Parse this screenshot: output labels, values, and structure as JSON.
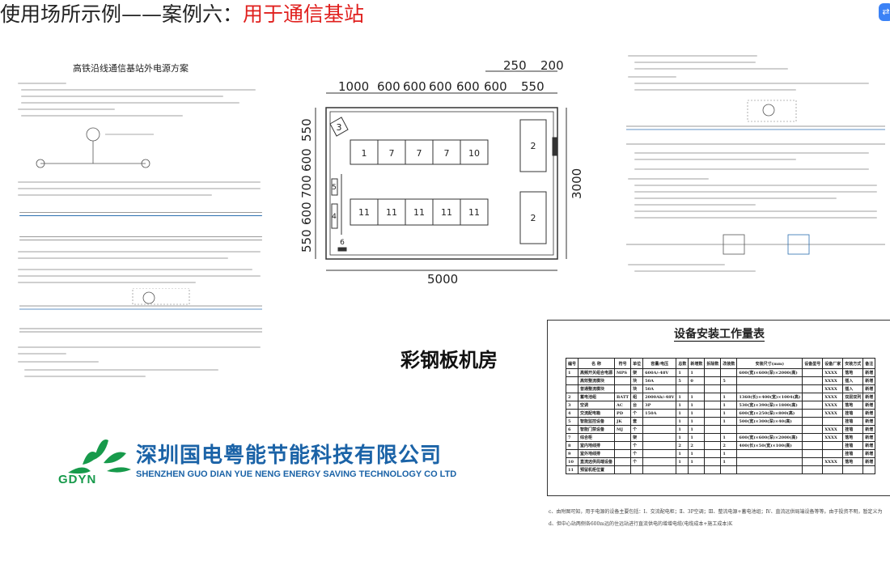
{
  "slide": {
    "title_prefix": "使用场所示例——案例六：",
    "title_highlight": "用于通信基站",
    "title_color": "#e0201e"
  },
  "left_doc": {
    "title": "高铁沿线通信基站外电源方案"
  },
  "plan": {
    "label": "彩钢板机房",
    "top_dims": [
      "1000",
      "600",
      "600",
      "600",
      "600",
      "600",
      "550"
    ],
    "top_dims_upper": [
      "250",
      "200"
    ],
    "left_dims": [
      "550",
      "600",
      "700",
      "600",
      "550"
    ],
    "width_dim": "5000",
    "height_dim": "3000",
    "row1_cabinets": [
      "1",
      "7",
      "7",
      "7",
      "10"
    ],
    "row2_cabinets": [
      "11",
      "11",
      "11",
      "11",
      "11"
    ],
    "right_cabinets": [
      "2",
      "2"
    ],
    "ac_unit": "3",
    "side_units": [
      "5",
      "4"
    ],
    "bottom_unit": "6"
  },
  "table": {
    "title": "设备安装工作量表",
    "headers": [
      "编号",
      "名 称",
      "符号",
      "单位",
      "容量/电压",
      "总数",
      "新增数",
      "拆除数",
      "改装数",
      "安装尺寸(mm)",
      "设备型号",
      "设备厂家",
      "安装方式",
      "备注"
    ],
    "rows": [
      [
        "1",
        "高频开关组合电源",
        "MPS",
        "架",
        "600A/-48V",
        "1",
        "1",
        "",
        "",
        "600(宽)×600(深)×2000(高)",
        "",
        "XXXX",
        "落地",
        "新增"
      ],
      [
        "",
        "高效整流模块",
        "",
        "块",
        "50A",
        "5",
        "0",
        "",
        "5",
        "",
        "",
        "XXXX",
        "插入",
        "新增"
      ],
      [
        "",
        "普通整流模块",
        "",
        "块",
        "50A",
        "",
        "",
        "",
        "",
        "",
        "",
        "XXXX",
        "插入",
        "新增"
      ],
      [
        "2",
        "蓄电池组",
        "BATT",
        "组",
        "2000Ah/-48V",
        "1",
        "1",
        "",
        "1",
        "1360(长)×400(宽)×1004(高)",
        "",
        "XXXX",
        "双层双列",
        "新增"
      ],
      [
        "3",
        "空调",
        "AC",
        "台",
        "3P",
        "1",
        "1",
        "",
        "1",
        "530(宽)×390(深)×1800(高)",
        "",
        "XXXX",
        "落地",
        "新增"
      ],
      [
        "4",
        "交流配电箱",
        "PD",
        "个",
        "150A",
        "1",
        "1",
        "",
        "1",
        "600(宽)×250(深)×800(高)",
        "",
        "XXXX",
        "挂墙",
        "新增"
      ],
      [
        "5",
        "智能监控设备",
        "JK",
        "套",
        "",
        "1",
        "1",
        "",
        "1",
        "500(宽)×300(深)×40(高)",
        "",
        "",
        "挂墙",
        "新增"
      ],
      [
        "6",
        "智能门禁设备",
        "MJ",
        "个",
        "",
        "1",
        "1",
        "",
        "",
        "",
        "",
        "XXXX",
        "挂墙",
        "新增"
      ],
      [
        "7",
        "综合柜",
        "",
        "架",
        "",
        "1",
        "1",
        "",
        "1",
        "600(宽)×600(深)×2000(高)",
        "",
        "XXXX",
        "落地",
        "新增"
      ],
      [
        "8",
        "室内地线排",
        "",
        "个",
        "",
        "2",
        "2",
        "",
        "2",
        "400(长)×50(宽)×100(高)",
        "",
        "",
        "挂墙",
        "新增"
      ],
      [
        "9",
        "室外地线排",
        "",
        "个",
        "",
        "1",
        "1",
        "",
        "1",
        "",
        "",
        "",
        "挂墙",
        "新增"
      ],
      [
        "10",
        "直流远供局端设备",
        "",
        "个",
        "",
        "1",
        "1",
        "",
        "1",
        "",
        "",
        "XXXX",
        "落地",
        "新增"
      ],
      [
        "11",
        "预留机柜位置",
        "",
        "",
        "",
        "",
        "",
        "",
        "",
        "",
        "",
        "",
        "",
        ""
      ]
    ]
  },
  "footnotes": {
    "c": "c、由附图可知，用于电源的设备主要包括：Ⅰ、交流配电柜；Ⅱ、3P空调；Ⅲ、整流电源+蓄电池组；Ⅳ、直流远供局端设备等等。由于投资不明，暂定义为",
    "d": "d、但中心站两侧各600m远的住远站进行直流供电的增增电缆(电缆成本+施工成本)K"
  },
  "logo": {
    "mark_text": "GDYN",
    "company_cn": "深圳国电粤能节能科技有限公司",
    "company_en": "SHENZHEN GUO DIAN YUE NENG ENERGY SAVING TECHNOLOGY CO LTD",
    "green": "#179a4b",
    "blue": "#1b63a7"
  }
}
